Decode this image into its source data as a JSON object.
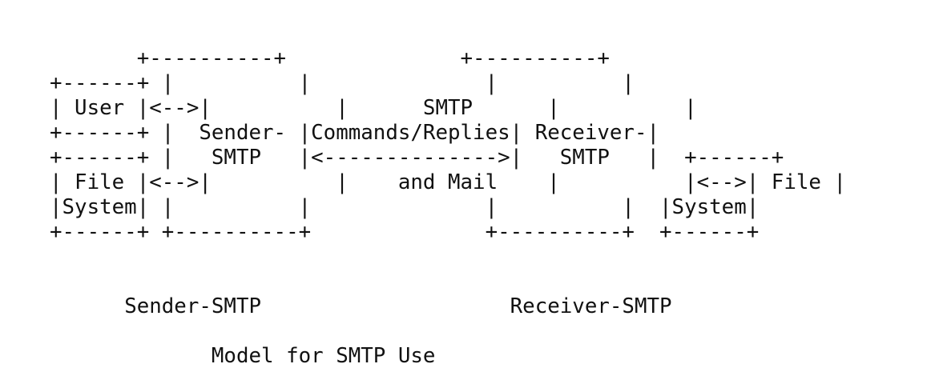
{
  "diagram": {
    "caption_sender": "Sender-SMTP",
    "caption_receiver": "Receiver-SMTP",
    "title": "Model for SMTP Use",
    "lines": [
      "       +----------+              +----------+",
      "+------+ |          |              |          |",
      "| User |<-->|          |      SMTP      |          |",
      "+------+ |  Sender- |Commands/Replies| Receiver-|",
      "+------+ |   SMTP   |<-------------->|   SMTP   |  +------+",
      "| File |<-->|          |    and Mail    |          |<-->| File |",
      "|System| |          |              |          |  |System|",
      "+------+ +----------+              +----------+  +------+"
    ]
  }
}
